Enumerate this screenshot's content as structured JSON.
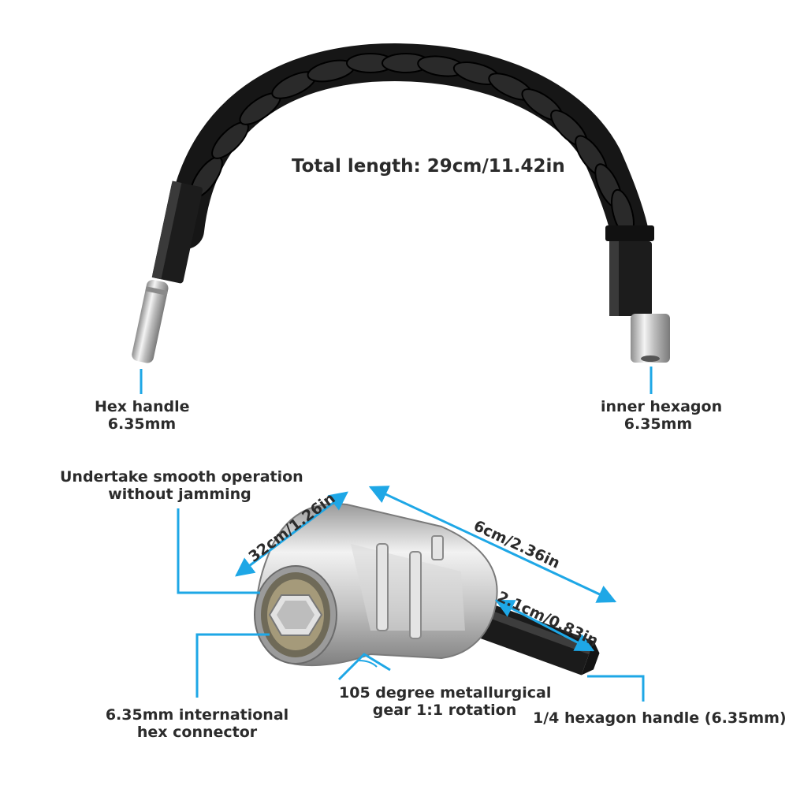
{
  "colors": {
    "accent": "#1ea7e6",
    "hose": "#1b1b1b",
    "metal": "#c9c9c9"
  },
  "shaft": {
    "total_length": "Total length: 29cm/11.42in",
    "left_end": {
      "line1": "Hex handle",
      "line2": "6.35mm"
    },
    "right_end": {
      "line1": "inner hexagon",
      "line2": "6.35mm"
    }
  },
  "adapter": {
    "smooth": {
      "line1": "Undertake smooth operation",
      "line2": "without jamming"
    },
    "dim_width": "32cm/1.26in",
    "dim_length": "6cm/2.36in",
    "dim_shank": "2.1cm/0.83in",
    "angle": {
      "line1": "105 degree metallurgical",
      "line2": "gear 1:1 rotation"
    },
    "connector": {
      "line1": "6.35mm international",
      "line2": "hex connector"
    },
    "handle": "1/4 hexagon handle (6.35mm)"
  }
}
